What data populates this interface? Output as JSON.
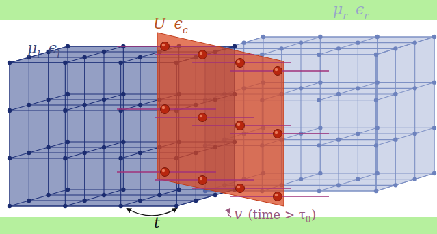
{
  "diagram": {
    "labels": [
      "μ",
      "l",
      "ϵ",
      "l",
      "U",
      "ϵ",
      "c",
      "μ",
      "r",
      "ϵ",
      "r",
      "t",
      "v",
      "(time > τ",
      "0",
      ")"
    ]
  }
}
